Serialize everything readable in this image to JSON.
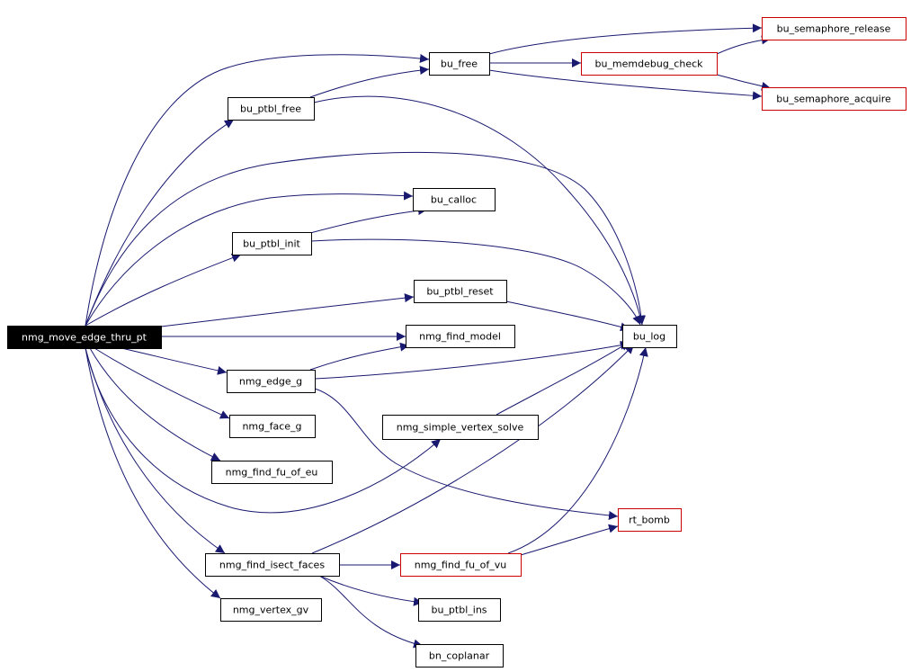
{
  "graph": {
    "root": "nmg_move_edge_thru_pt",
    "colors": {
      "edge": "#191970",
      "root_fill": "#000000",
      "root_text": "#ffffff",
      "node_border": "#000000",
      "external_border": "#cc0000",
      "node_fill": "#ffffff",
      "text": "#000000"
    },
    "nodes": [
      {
        "id": "nmg_move_edge_thru_pt",
        "label": "nmg_move_edge_thru_pt",
        "style": "root"
      },
      {
        "id": "bu_free",
        "label": "bu_free",
        "style": "normal"
      },
      {
        "id": "bu_ptbl_free",
        "label": "bu_ptbl_free",
        "style": "normal"
      },
      {
        "id": "bu_calloc",
        "label": "bu_calloc",
        "style": "normal"
      },
      {
        "id": "bu_ptbl_init",
        "label": "bu_ptbl_init",
        "style": "normal"
      },
      {
        "id": "bu_ptbl_reset",
        "label": "bu_ptbl_reset",
        "style": "normal"
      },
      {
        "id": "nmg_find_model",
        "label": "nmg_find_model",
        "style": "normal"
      },
      {
        "id": "nmg_edge_g",
        "label": "nmg_edge_g",
        "style": "normal"
      },
      {
        "id": "nmg_face_g",
        "label": "nmg_face_g",
        "style": "normal"
      },
      {
        "id": "nmg_find_fu_of_eu",
        "label": "nmg_find_fu_of_eu",
        "style": "normal"
      },
      {
        "id": "nmg_simple_vertex_solve",
        "label": "nmg_simple_vertex_solve",
        "style": "normal"
      },
      {
        "id": "nmg_find_isect_faces",
        "label": "nmg_find_isect_faces",
        "style": "normal"
      },
      {
        "id": "nmg_vertex_gv",
        "label": "nmg_vertex_gv",
        "style": "normal"
      },
      {
        "id": "nmg_find_fu_of_vu",
        "label": "nmg_find_fu_of_vu",
        "style": "external"
      },
      {
        "id": "bu_ptbl_ins",
        "label": "bu_ptbl_ins",
        "style": "normal"
      },
      {
        "id": "bn_coplanar",
        "label": "bn_coplanar",
        "style": "normal"
      },
      {
        "id": "bu_memdebug_check",
        "label": "bu_memdebug_check",
        "style": "external"
      },
      {
        "id": "bu_semaphore_release",
        "label": "bu_semaphore_release",
        "style": "external"
      },
      {
        "id": "bu_semaphore_acquire",
        "label": "bu_semaphore_acquire",
        "style": "external"
      },
      {
        "id": "bu_log",
        "label": "bu_log",
        "style": "normal"
      },
      {
        "id": "rt_bomb",
        "label": "rt_bomb",
        "style": "external"
      }
    ],
    "edges": [
      {
        "from": "nmg_move_edge_thru_pt",
        "to": "bu_free"
      },
      {
        "from": "nmg_move_edge_thru_pt",
        "to": "bu_ptbl_free"
      },
      {
        "from": "nmg_move_edge_thru_pt",
        "to": "bu_log"
      },
      {
        "from": "nmg_move_edge_thru_pt",
        "to": "bu_calloc"
      },
      {
        "from": "nmg_move_edge_thru_pt",
        "to": "bu_ptbl_init"
      },
      {
        "from": "nmg_move_edge_thru_pt",
        "to": "bu_ptbl_reset"
      },
      {
        "from": "nmg_move_edge_thru_pt",
        "to": "nmg_find_model"
      },
      {
        "from": "nmg_move_edge_thru_pt",
        "to": "nmg_edge_g"
      },
      {
        "from": "nmg_move_edge_thru_pt",
        "to": "nmg_face_g"
      },
      {
        "from": "nmg_move_edge_thru_pt",
        "to": "nmg_find_fu_of_eu"
      },
      {
        "from": "nmg_move_edge_thru_pt",
        "to": "nmg_simple_vertex_solve"
      },
      {
        "from": "nmg_move_edge_thru_pt",
        "to": "nmg_find_isect_faces"
      },
      {
        "from": "nmg_move_edge_thru_pt",
        "to": "nmg_vertex_gv"
      },
      {
        "from": "bu_ptbl_free",
        "to": "bu_free"
      },
      {
        "from": "bu_ptbl_free",
        "to": "bu_log"
      },
      {
        "from": "bu_free",
        "to": "bu_memdebug_check"
      },
      {
        "from": "bu_free",
        "to": "bu_semaphore_release"
      },
      {
        "from": "bu_free",
        "to": "bu_semaphore_acquire"
      },
      {
        "from": "bu_memdebug_check",
        "to": "bu_semaphore_release"
      },
      {
        "from": "bu_memdebug_check",
        "to": "bu_semaphore_acquire"
      },
      {
        "from": "bu_ptbl_init",
        "to": "bu_calloc"
      },
      {
        "from": "bu_ptbl_init",
        "to": "bu_log"
      },
      {
        "from": "bu_ptbl_reset",
        "to": "bu_log"
      },
      {
        "from": "nmg_edge_g",
        "to": "nmg_find_model"
      },
      {
        "from": "nmg_edge_g",
        "to": "bu_log"
      },
      {
        "from": "nmg_edge_g",
        "to": "rt_bomb"
      },
      {
        "from": "nmg_simple_vertex_solve",
        "to": "bu_log"
      },
      {
        "from": "nmg_find_isect_faces",
        "to": "bu_log"
      },
      {
        "from": "nmg_find_isect_faces",
        "to": "nmg_find_fu_of_vu"
      },
      {
        "from": "nmg_find_isect_faces",
        "to": "bu_ptbl_ins"
      },
      {
        "from": "nmg_find_isect_faces",
        "to": "bn_coplanar"
      },
      {
        "from": "nmg_find_fu_of_vu",
        "to": "bu_log"
      },
      {
        "from": "nmg_find_fu_of_vu",
        "to": "rt_bomb"
      }
    ]
  }
}
